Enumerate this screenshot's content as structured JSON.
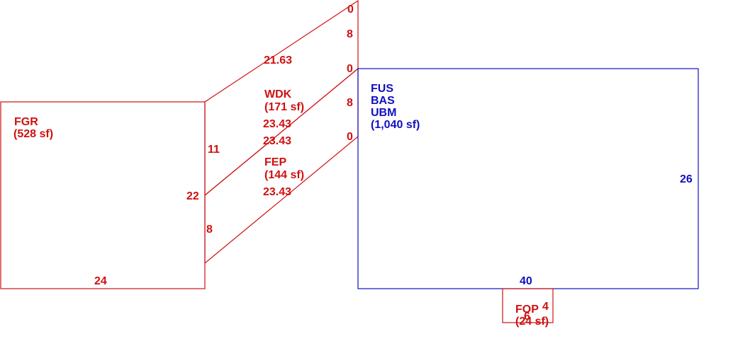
{
  "colors": {
    "red": "#d01010",
    "blue": "#1010c0"
  },
  "areas": {
    "fgr": {
      "code": "FGR",
      "area": "(528 sf)"
    },
    "wdk": {
      "code": "WDK",
      "area": "(171 sf)"
    },
    "fep": {
      "code": "FEP",
      "area": "(144 sf)"
    },
    "main": {
      "code1": "FUS",
      "code2": "BAS",
      "code3": "UBM",
      "area": "(1,040 sf)"
    },
    "fop": {
      "code": "FOP",
      "area": "(24 sf)"
    }
  },
  "dimensions": {
    "fgr_bottom": "24",
    "fgr_side_upper": "11",
    "fgr_side_mid": "22",
    "fgr_side_lower": "8",
    "wdk_top_diag": "21.63",
    "wdk_diag_upper": "23.43",
    "wdk_diag_lower": "23.43",
    "fep_diag": "23.43",
    "right_col_0a": "0",
    "right_col_8a": "8",
    "right_col_0b": "0",
    "right_col_8b": "8",
    "right_col_0c": "0",
    "main_bottom": "40",
    "main_right": "26",
    "fop_right": "4",
    "fop_bottom": "6"
  }
}
